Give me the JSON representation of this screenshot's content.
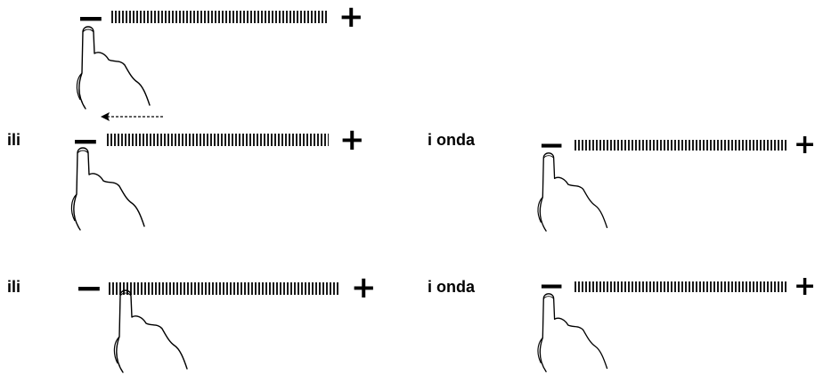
{
  "labels": {
    "or": "ili",
    "then": "i onda"
  },
  "controls": {
    "minus": "−",
    "plus": "+"
  },
  "panels": [
    {
      "id": "panel-top",
      "gesture": "touch-minus"
    },
    {
      "id": "panel-middle-left",
      "gesture": "swipe-left",
      "prefix": "ili"
    },
    {
      "id": "panel-middle-right",
      "gesture": "touch-minus",
      "prefix": "i onda"
    },
    {
      "id": "panel-bottom-left",
      "gesture": "touch-bar",
      "prefix": "ili"
    },
    {
      "id": "panel-bottom-right",
      "gesture": "touch-minus",
      "prefix": "i onda"
    }
  ],
  "icons": {
    "hand": "pointing-hand-icon",
    "arrow": "arrow-left-icon"
  }
}
